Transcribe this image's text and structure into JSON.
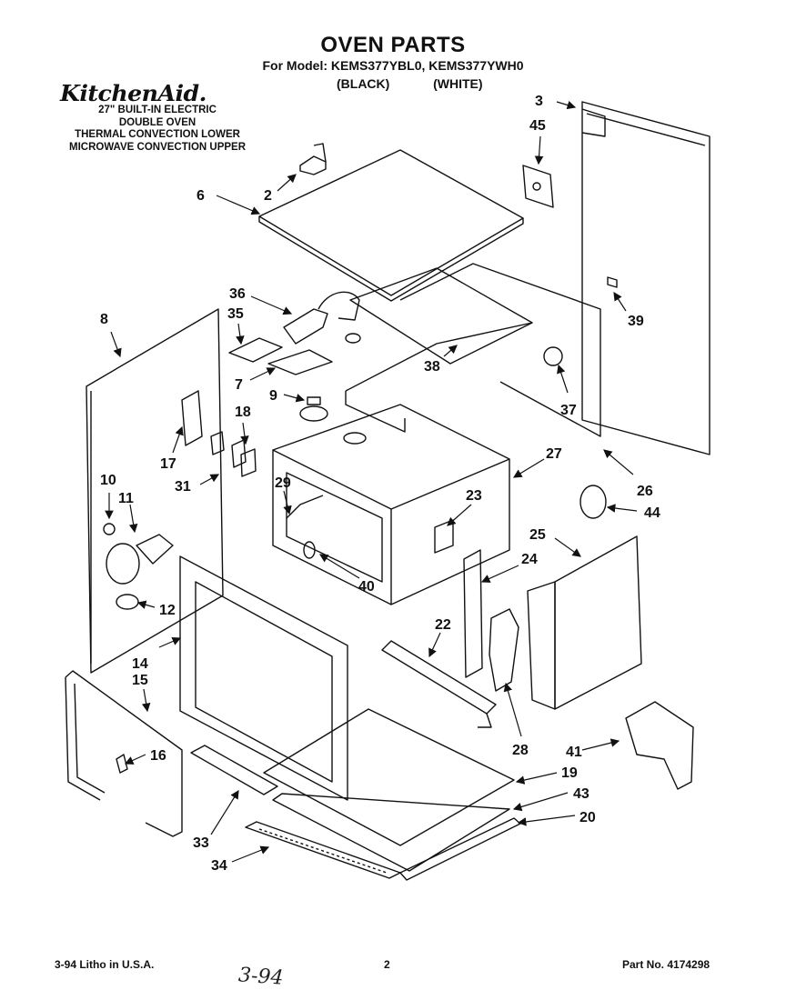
{
  "header": {
    "title": "OVEN PARTS",
    "model_line": "For Model: KEMS377YBL0, KEMS377YWH0",
    "color_black": "(BLACK)",
    "color_white": "(WHITE)"
  },
  "brand": {
    "logo_text": "KitchenAid."
  },
  "description": [
    "27\" BUILT-IN ELECTRIC",
    "DOUBLE OVEN",
    "THERMAL CONVECTION LOWER",
    "MICROWAVE CONVECTION UPPER"
  ],
  "part_numbers": [
    "2",
    "3",
    "6",
    "7",
    "8",
    "9",
    "10",
    "11",
    "12",
    "14",
    "15",
    "16",
    "17",
    "18",
    "19",
    "20",
    "22",
    "23",
    "24",
    "25",
    "26",
    "27",
    "28",
    "29",
    "31",
    "33",
    "34",
    "35",
    "36",
    "37",
    "38",
    "39",
    "40",
    "41",
    "43",
    "44",
    "45"
  ],
  "footer": {
    "left": "3-94  Litho in U.S.A.",
    "page": "2",
    "part_no": "Part No. 4174298",
    "handwritten": "3-94"
  }
}
